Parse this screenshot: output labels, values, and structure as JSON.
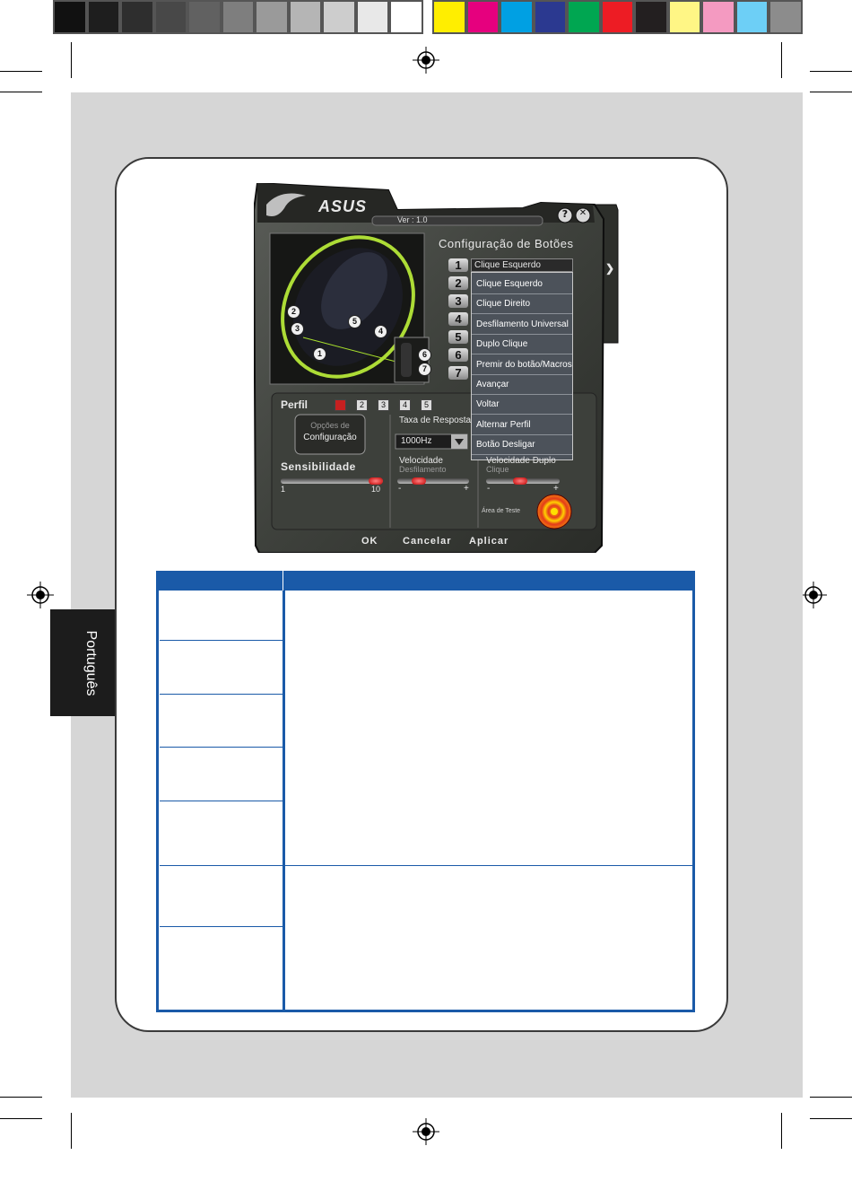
{
  "print_marks": {
    "grey_steps": [
      "#111111",
      "#1e1e1e",
      "#2e2e2e",
      "#484848",
      "#616161",
      "#7e7e7e",
      "#9a9a9a",
      "#b5b5b5",
      "#cdcdcd",
      "#e8e8e8",
      "#ffffff"
    ],
    "color_steps": [
      "#ffee00",
      "#e6007e",
      "#00a0e3",
      "#2b3990",
      "#00a651",
      "#ed1c24",
      "#231f20",
      "#fff685",
      "#f49ac1",
      "#6dcff6",
      "#8c8c8c"
    ]
  },
  "side_tab": {
    "label": "Português"
  },
  "app": {
    "brand": "ASUS",
    "version": "Ver : 1.0",
    "help_label": "?",
    "close_label": "✕",
    "expand_label": "❯",
    "title": "Configuração de Botões",
    "buttons": [
      {
        "num": "1",
        "action": "Clique Esquerdo"
      },
      {
        "num": "2",
        "action": ""
      },
      {
        "num": "3",
        "action": ""
      },
      {
        "num": "4",
        "action": ""
      },
      {
        "num": "5",
        "action": ""
      },
      {
        "num": "6",
        "action": ""
      },
      {
        "num": "7",
        "action": ""
      }
    ],
    "dropdown_options": [
      "Clique Esquerdo",
      "Clique Direito",
      "Desfilamento Universal",
      "Duplo Clique",
      "Premir do botão/Macros",
      "Avançar",
      "Voltar",
      "Alternar Perfil",
      "Botão Desligar"
    ],
    "mouse_callouts": [
      "1",
      "2",
      "3",
      "4",
      "5",
      "6",
      "7"
    ],
    "perfil": {
      "label": "Perfil",
      "profiles": [
        "1",
        "2",
        "3",
        "4",
        "5"
      ],
      "active": "1"
    },
    "config_options_label_1": "Opções de",
    "config_options_label_2": "Configuração",
    "polling": {
      "label": "Taxa de Resposta",
      "value": "1000Hz"
    },
    "sensitivity": {
      "label": "Sensibilidade",
      "min": "1",
      "max": "10",
      "value": 10
    },
    "scroll_speed": {
      "label_1": "Velocidade",
      "label_2": "Desfilamento",
      "minus": "-",
      "plus": "+",
      "level": 0.25
    },
    "double_click_speed": {
      "label_1": "Velocidade Duplo",
      "label_2": "Clique",
      "minus": "-",
      "plus": "+",
      "level": 0.45
    },
    "test_area": {
      "label": "Área de Teste"
    },
    "footer": {
      "ok": "OK",
      "cancel": "Cancelar",
      "apply": "Aplicar"
    }
  },
  "colors": {
    "table_blue": "#1a5aa8",
    "page_gray": "#d6d6d6",
    "side_tab": "#1c1c1c"
  }
}
